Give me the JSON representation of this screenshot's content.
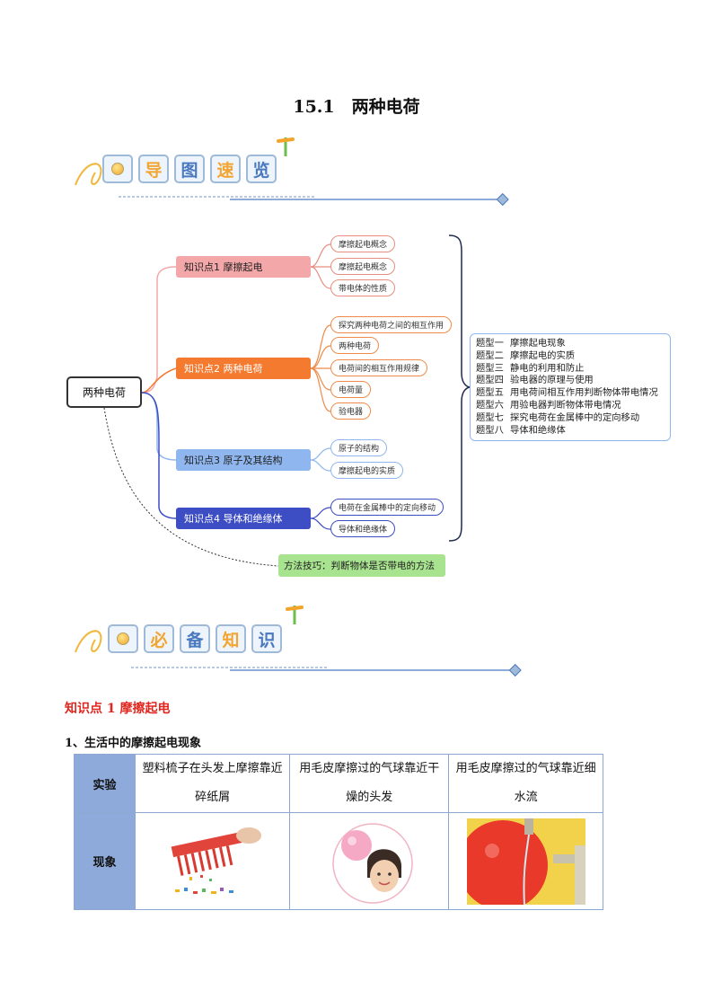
{
  "title": "15.1　两种电荷",
  "banners": [
    {
      "chars": [
        "导",
        "图",
        "速",
        "览"
      ]
    },
    {
      "chars": [
        "必",
        "备",
        "知",
        "识"
      ]
    }
  ],
  "mindmap": {
    "root": "两种电荷",
    "knowledge_points": [
      {
        "label": "知识点1  摩擦起电",
        "leaves": [
          "摩擦起电概念",
          "摩擦起电概念",
          "带电体的性质"
        ]
      },
      {
        "label": "知识点2  两种电荷",
        "leaves": [
          "探究两种电荷之间的相互作用",
          "两种电荷",
          "电荷间的相互作用规律",
          "电荷量",
          "验电器"
        ]
      },
      {
        "label": "知识点3  原子及其结构",
        "leaves": [
          "原子的结构",
          "摩擦起电的实质"
        ]
      },
      {
        "label": "知识点4  导体和绝缘体",
        "leaves": [
          "电荷在金属棒中的定向移动",
          "导体和绝缘体"
        ]
      }
    ],
    "question_types": [
      {
        "key": "题型一",
        "text": "摩擦起电现象"
      },
      {
        "key": "题型二",
        "text": "摩擦起电的实质"
      },
      {
        "key": "题型三",
        "text": "静电的利用和防止"
      },
      {
        "key": "题型四",
        "text": "验电器的原理与使用"
      },
      {
        "key": "题型五",
        "text": "用电荷间相互作用判断物体带电情况"
      },
      {
        "key": "题型六",
        "text": "用验电器判断物体带电情况"
      },
      {
        "key": "题型七",
        "text": "探究电荷在金属棒中的定向移动"
      },
      {
        "key": "题型八",
        "text": "导体和绝缘体"
      }
    ],
    "method": "方法技巧：判断物体是否带电的方法"
  },
  "content": {
    "kp_heading": "知识点 1  摩擦起电",
    "sub_heading": "1、生活中的摩擦起电现象",
    "table": {
      "row1_header": "实验",
      "row2_header": "现象",
      "experiments": [
        "塑料梳子在头发上摩擦靠近碎纸屑",
        "用毛皮摩擦过的气球靠近干燥的头发",
        "用毛皮摩擦过的气球靠近细水流"
      ]
    }
  }
}
